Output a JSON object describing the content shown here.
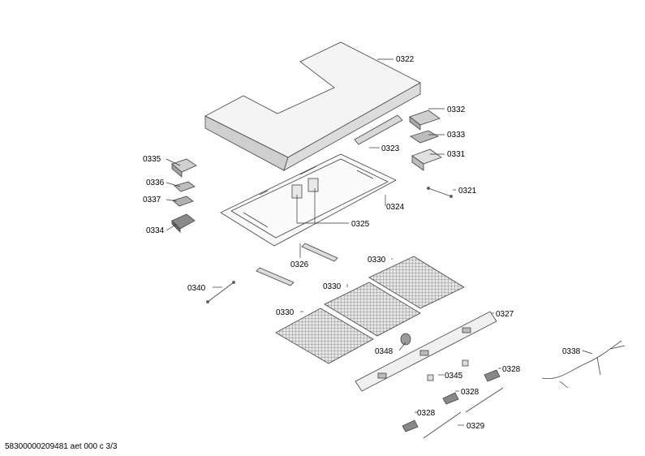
{
  "labels": {
    "l0322": "0322",
    "l0332": "0332",
    "l0333": "0333",
    "l0331": "0331",
    "l0323": "0323",
    "l0335": "0335",
    "l0336": "0336",
    "l0337": "0337",
    "l0334": "0334",
    "l0321": "0321",
    "l0324": "0324",
    "l0325": "0325",
    "l0326": "0326",
    "l0330a": "0330",
    "l0330b": "0330",
    "l0330c": "0330",
    "l0340": "0340",
    "l0327": "0327",
    "l0348": "0348",
    "l0338": "0338",
    "l0345": "0345",
    "l0328a": "0328",
    "l0328b": "0328",
    "l0328c": "0328",
    "l0329": "0329"
  },
  "footer": "58300000209481 aet 000 c 3/3"
}
